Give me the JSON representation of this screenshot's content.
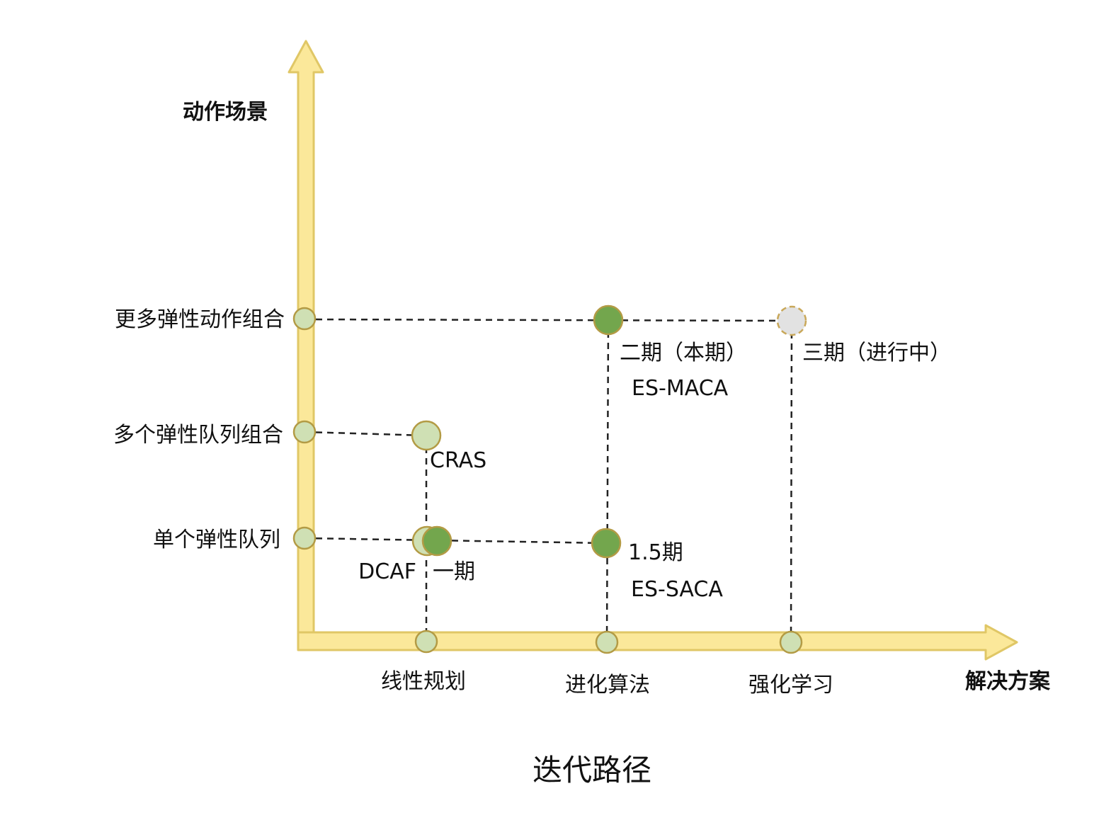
{
  "colors": {
    "axis_fill": "#fbe89a",
    "axis_stroke": "#e0c766",
    "node_light_fill": "#cfe0b4",
    "node_light_stroke": "#b39b45",
    "node_dark_fill": "#73a64d",
    "node_dark_stroke": "#b39b45",
    "node_pending_fill": "#e2e2e2",
    "node_pending_stroke": "#c9a85a"
  },
  "axes": {
    "y_title": "动作场景",
    "x_title": "解决方案"
  },
  "y_levels": [
    "单个弹性队列",
    "多个弹性队列组合",
    "更多弹性动作组合"
  ],
  "x_levels": [
    "线性规划",
    "进化算法",
    "强化学习"
  ],
  "nodes": [
    {
      "id": "dcaf",
      "x": "线性规划",
      "y": "单个弹性队列",
      "status": "done-light",
      "label": "DCAF"
    },
    {
      "id": "phase1",
      "x": "线性规划",
      "y": "单个弹性队列",
      "status": "done-dark",
      "label": "一期"
    },
    {
      "id": "cras",
      "x": "线性规划",
      "y": "多个弹性队列组合",
      "status": "done-light",
      "label": "CRAS"
    },
    {
      "id": "es-saca",
      "x": "进化算法",
      "y": "单个弹性队列",
      "status": "done-dark",
      "label_lines": [
        "1.5期",
        "ES-SACA"
      ]
    },
    {
      "id": "es-maca",
      "x": "进化算法",
      "y": "更多弹性动作组合",
      "status": "done-dark",
      "label_lines": [
        "二期（本期）",
        "ES-MACA"
      ]
    },
    {
      "id": "phase3",
      "x": "强化学习",
      "y": "更多弹性动作组合",
      "status": "in-progress",
      "label_lines": [
        "三期（进行中）"
      ]
    }
  ],
  "caption": "迭代路径"
}
